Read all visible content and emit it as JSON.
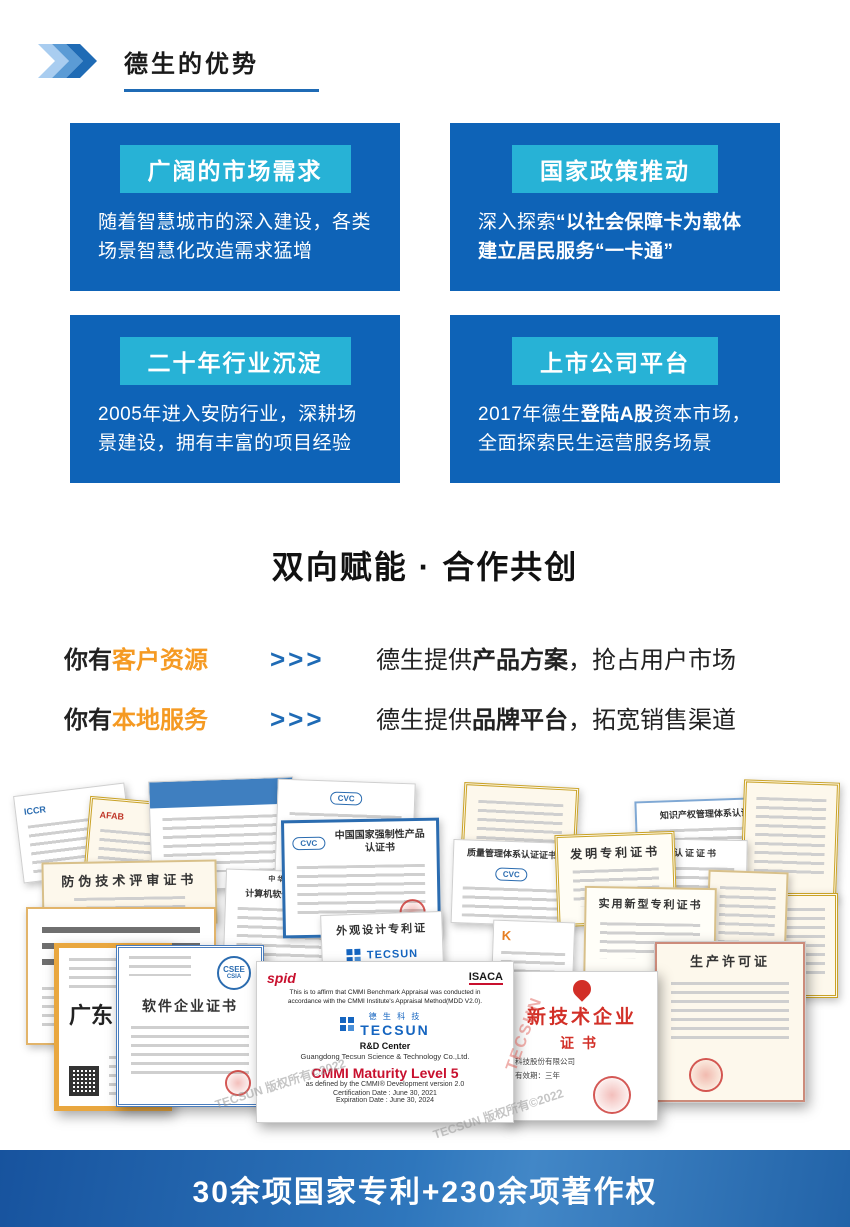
{
  "colors": {
    "card_bg": "#0e63b7",
    "badge_bg": "#27b2d6",
    "accent_blue": "#1f6bb5",
    "highlight_orange": "#f59a23",
    "footer_blue": "#2e76bc",
    "seal_red": "#c9302c"
  },
  "header": {
    "title": "德生的优势"
  },
  "advantages": [
    {
      "title": "广阔的市场需求",
      "body": {
        "pre": "随着智慧城市的深入建设，各类场景智慧化改造需求猛增",
        "bold": "",
        "post": ""
      }
    },
    {
      "title": "国家政策推动",
      "body": {
        "pre": "深入探索",
        "bold": "“以社会保障卡为载体建立居民服务“一卡通”",
        "post": ""
      }
    },
    {
      "title": "二十年行业沉淀",
      "body": {
        "pre": "2005年进入安防行业，深耕场景建设，拥有丰富的项目经验",
        "bold": "",
        "post": ""
      }
    },
    {
      "title": "上市公司平台",
      "body": {
        "pre": "2017年德生",
        "bold": "登陆A股",
        "post": "资本市场，全面探索民生运营服务场景"
      }
    }
  ],
  "section": {
    "title": "双向赋能 · 合作共创"
  },
  "cooperation": [
    {
      "you": "你有",
      "highlight": "客户资源",
      "arrows": ">>>",
      "provide": "德生提供",
      "bold": "产品方案",
      "rest": "，抢占用户市场"
    },
    {
      "you": "你有",
      "highlight": "本地服务",
      "arrows": ">>>",
      "provide": "德生提供",
      "bold": "品牌平台",
      "rest": "，拓宽销售渠道"
    }
  ],
  "certificates": {
    "iccr": {
      "logo": "ICCR"
    },
    "afab": {
      "logo": "AFAB"
    },
    "ccc_top": {
      "logo": "CVC"
    },
    "ip_mgmt": {
      "title": "知识产权管理体系认证"
    },
    "product": {
      "title": "产品认证证书"
    },
    "anti_counterfeit": {
      "title": "防伪技术评审证书"
    },
    "copyright": {
      "header": "中华人民共和国",
      "title": "计算机软件著作权登记证书"
    },
    "ccc_main": {
      "logo": "CVC",
      "title": "中国国家强制性产品认证书"
    },
    "quality": {
      "logo": "CVC",
      "title": "质量管理体系认证证书"
    },
    "invention": {
      "title": "发明专利证书"
    },
    "design": {
      "title": "外观设计专利证",
      "brand": "TECSUN"
    },
    "k_cert": {
      "logo": "K"
    },
    "utility": {
      "title": "实用新型专利证书"
    },
    "guangdong": {
      "text": "广东"
    },
    "software": {
      "logo": "CSEE",
      "logo_sub": "CSIA",
      "title": "软件企业证书"
    },
    "cmmi": {
      "logo_left": "spid",
      "logo_right": "ISACA",
      "line1": "This is to affirm that CMMI Benchmark Appraisal was conducted in",
      "line2": "accordance with the CMMI Institute's Appraisal Method(MDD V2.0).",
      "brand_cn": "德 生 科 技",
      "brand_en": "TECSUN",
      "dept": "R&D Center",
      "company": "Guangdong Tecsun Science & Technology Co.,Ltd.",
      "level": "CMMI Maturity Level 5",
      "level_sub": "as defined by the CMMI® Development version 2.0",
      "cert_date": "Certification Date : June 30, 2021",
      "exp_date": "Expiration Date : June 30, 2024"
    },
    "hightech": {
      "title_big": "新技术企业",
      "title_sub": "证书",
      "line1": "科技股份有限公司",
      "line2": "有效期：三年"
    },
    "license": {
      "title": "生产许可证"
    },
    "watermark": {
      "brand": "TECSUN",
      "text": "版权所有©2022"
    }
  },
  "footer": {
    "text": "30余项国家专利+230余项著作权"
  }
}
